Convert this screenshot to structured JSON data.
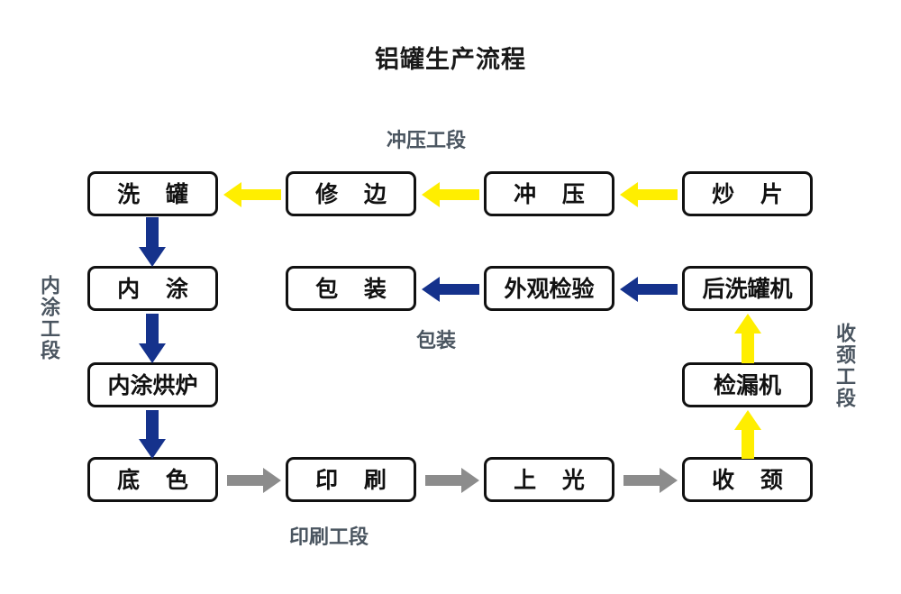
{
  "title": "铝罐生产流程",
  "colors": {
    "yellow": "#FFEE00",
    "blue": "#15328C",
    "gray": "#8C8C8C",
    "box_border": "#111111",
    "label_text": "#4A5560",
    "background": "#FFFFFF"
  },
  "section_labels": {
    "stamping": "冲压工段",
    "inner_coating": "内涂工段",
    "packaging": "包装",
    "necking": "收颈工段",
    "printing": "印刷工段"
  },
  "boxes": {
    "row1": [
      {
        "id": "wash-can",
        "label": "洗 罐"
      },
      {
        "id": "trim",
        "label": "修 边"
      },
      {
        "id": "stamp",
        "label": "冲 压"
      },
      {
        "id": "blank-cut",
        "label": "炒 片"
      }
    ],
    "row2": [
      {
        "id": "inner-coat",
        "label": "内 涂"
      },
      {
        "id": "package",
        "label": "包 装"
      },
      {
        "id": "visual-inspection",
        "label": "外观检验"
      },
      {
        "id": "post-washer",
        "label": "后洗罐机"
      }
    ],
    "row3": [
      {
        "id": "inner-coat-oven",
        "label": "内涂烘炉"
      },
      {
        "id": "leak-detector",
        "label": "检漏机"
      }
    ],
    "row4": [
      {
        "id": "base-coat",
        "label": "底 色"
      },
      {
        "id": "print",
        "label": "印 刷"
      },
      {
        "id": "varnish",
        "label": "上 光"
      },
      {
        "id": "necking",
        "label": "收 颈"
      }
    ]
  },
  "flow": {
    "type": "process-flowchart",
    "edges": [
      {
        "from": "炒 片",
        "to": "冲 压",
        "color": "yellow",
        "direction": "left"
      },
      {
        "from": "冲 压",
        "to": "修 边",
        "color": "yellow",
        "direction": "left"
      },
      {
        "from": "修 边",
        "to": "洗 罐",
        "color": "yellow",
        "direction": "left"
      },
      {
        "from": "洗 罐",
        "to": "内 涂",
        "color": "blue",
        "direction": "down"
      },
      {
        "from": "内 涂",
        "to": "内涂烘炉",
        "color": "blue",
        "direction": "down"
      },
      {
        "from": "内涂烘炉",
        "to": "底 色",
        "color": "blue",
        "direction": "down"
      },
      {
        "from": "底 色",
        "to": "印 刷",
        "color": "gray",
        "direction": "right"
      },
      {
        "from": "印 刷",
        "to": "上 光",
        "color": "gray",
        "direction": "right"
      },
      {
        "from": "上 光",
        "to": "收 颈",
        "color": "gray",
        "direction": "right"
      },
      {
        "from": "收 颈",
        "to": "检漏机",
        "color": "yellow",
        "direction": "up"
      },
      {
        "from": "检漏机",
        "to": "后洗罐机",
        "color": "yellow",
        "direction": "up"
      },
      {
        "from": "后洗罐机",
        "to": "外观检验",
        "color": "blue",
        "direction": "left"
      },
      {
        "from": "外观检验",
        "to": "包 装",
        "color": "blue",
        "direction": "left"
      }
    ]
  }
}
